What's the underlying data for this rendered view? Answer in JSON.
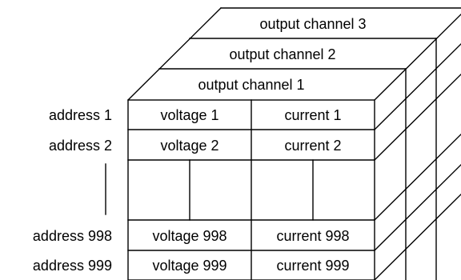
{
  "output_channels": [
    "output channel 1",
    "output channel 2",
    "output channel 3"
  ],
  "row_labels": [
    "address 1",
    "address 2",
    "address 998",
    "address 999"
  ],
  "cells": [
    [
      "voltage 1",
      "current 1"
    ],
    [
      "voltage 2",
      "current 2"
    ],
    [
      "voltage 998",
      "current 998"
    ],
    [
      "voltage 999",
      "current 999"
    ]
  ]
}
